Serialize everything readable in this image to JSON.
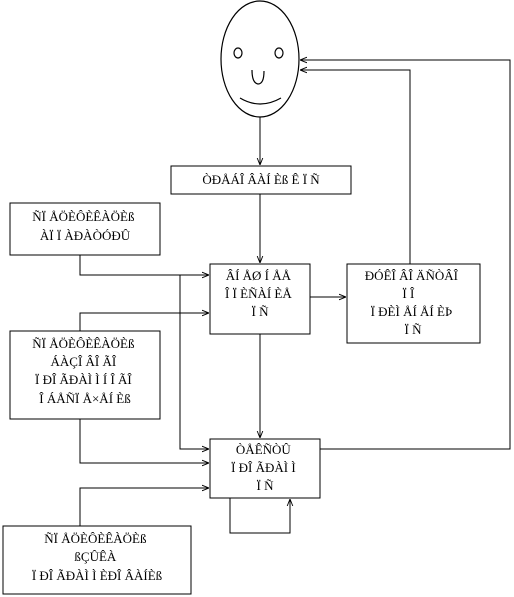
{
  "colors": {
    "line": "#000000",
    "background": "#ffffff"
  },
  "nodes": {
    "requirements": {
      "lines": [
        "ÒÐÅÁÎ ÂÀÍ Èß Ê Ï Ñ"
      ]
    },
    "spec_formal": {
      "lines": [
        "ÑÏ ÅÖÈÔÈÊÀÖÈß",
        "ÀÏ Ï ÀÐÀÒÓÐÛ"
      ]
    },
    "spec_algo": {
      "lines": [
        "ÑÏ ÅÖÈÔÈÊÀÖÈß",
        "ÁÀÇÎ ÂÎ ÃÎ",
        "Ï ÐÎ ÃÐÀÌ Ì Í Î ÃÎ",
        "Î ÁÅÑÏ Å×ÅÍ Èß"
      ]
    },
    "spec_lang": {
      "lines": [
        "ÑÏ ÅÖÈÔÈÊÀÖÈß",
        "ßÇÛÊÀ",
        "Ï ÐÎ ÃÐÀÌ Ì ÈÐÎ ÂÀÍÈß"
      ]
    },
    "design": {
      "lines": [
        "ÂÍ ÅØ Í ÅÅ",
        "Î Ï ÈÑÀÍ ÈÅ",
        "Ï Ñ"
      ]
    },
    "user_guide": {
      "lines": [
        "ÐÓÊÎ ÂÎ ÄÑÒÂÎ",
        "Ï Î",
        "Ï ÐÈÌ ÅÍ ÅÍ ÈÞ",
        "Ï Ñ"
      ]
    },
    "code": {
      "lines": [
        "ÒÅÊÑÒÛ",
        "Ï ÐÎ ÃÐÀÌ Ì",
        "Ï Ñ"
      ]
    }
  }
}
